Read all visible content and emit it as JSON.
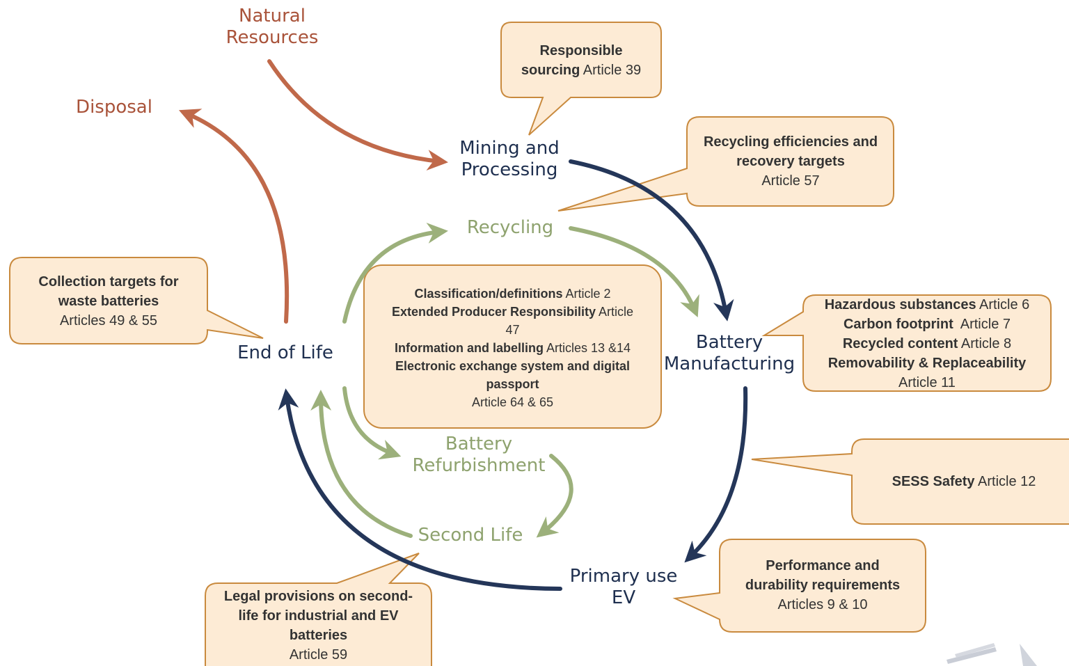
{
  "colors": {
    "brown": "#a9533a",
    "navy": "#1e2f4f",
    "green": "#8ea26e",
    "box_fill": "#fdebd5",
    "box_stroke": "#c98a3e"
  },
  "nodes": {
    "natural_resources": [
      "Natural",
      "Resources"
    ],
    "disposal": "Disposal",
    "mining": [
      "Mining and",
      "Processing"
    ],
    "recycling": "Recycling",
    "end_of_life": "End of Life",
    "battery_manufacturing": [
      "Battery",
      "Manufacturing"
    ],
    "refurbishment": [
      "Battery",
      "Refurbishment"
    ],
    "second_life": "Second Life",
    "primary_use": [
      "Primary use",
      "EV"
    ]
  },
  "callouts": {
    "responsible_sourcing": {
      "bold": [
        "Responsible",
        "sourcing"
      ],
      "article": "Article 39"
    },
    "recycling_targets": {
      "bold": [
        "Recycling efficiencies and",
        "recovery targets"
      ],
      "article": "Article 57"
    },
    "collection_targets": {
      "bold": [
        "Collection targets for",
        "waste batteries"
      ],
      "article": "Articles 49 & 55"
    },
    "central": {
      "line1_bold": "Classification/definitions",
      "line1_reg": " Article 2",
      "line2_bold": "Extended Producer Responsibility",
      "line2_reg": " Article",
      "line3_reg": "47",
      "line4_bold": "Information and labelling",
      "line4_reg": " Articles 13 &14",
      "line5_bold": "Electronic exchange system and digital",
      "line6_bold": "passport",
      "line7_reg": "Article 64 & 65"
    },
    "hazardous": {
      "l1_bold": "Hazardous substances",
      "l1_reg": " Article 6",
      "l2_bold": "Carbon footprint",
      "l2_reg": "  Article 7",
      "l3_bold": "Recycled content",
      "l3_reg": " Article 8",
      "l4_bold": "Removability & Replaceability",
      "l5_reg": "Article 11"
    },
    "sess": {
      "bold": "SESS Safety",
      "reg": " Article 12"
    },
    "performance": {
      "bold": [
        "Performance and",
        "durability requirements"
      ],
      "article": "Articles 9 & 10"
    },
    "second_life_legal": {
      "bold": [
        "Legal provisions on second-",
        "life for industrial and EV",
        "batteries"
      ],
      "article": "Article 59"
    }
  }
}
